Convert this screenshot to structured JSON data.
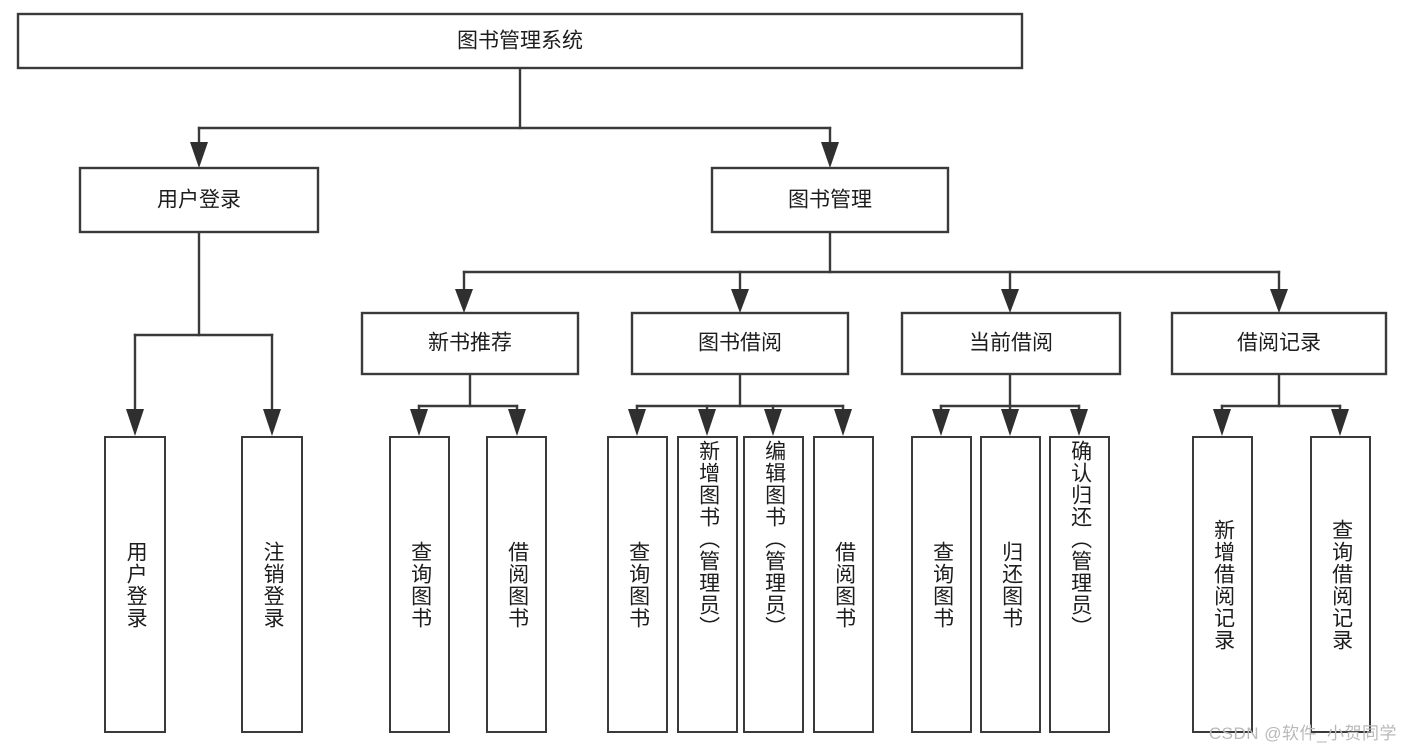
{
  "diagram": {
    "type": "tree-flowchart",
    "title_text": "图书管理系统",
    "watermark": "CSDN @软件_小贺同学",
    "colors": {
      "box_stroke": "#3a3a3a",
      "box_fill": "#ffffff",
      "connector": "#3a3a3a",
      "text": "#1d1d1d",
      "watermark": "#b9b9b9",
      "background": "#ffffff"
    },
    "root": {
      "label": "图书管理系统"
    },
    "level2": [
      {
        "label": "用户登录"
      },
      {
        "label": "图书管理"
      }
    ],
    "level3": [
      {
        "label": "新书推荐"
      },
      {
        "label": "图书借阅"
      },
      {
        "label": "当前借阅"
      },
      {
        "label": "借阅记录"
      }
    ],
    "leaves": [
      {
        "label": "用户登录",
        "parent": "用户登录"
      },
      {
        "label": "注销登录",
        "parent": "用户登录"
      },
      {
        "label": "查询图书",
        "parent": "新书推荐"
      },
      {
        "label": "借阅图书",
        "parent": "新书推荐"
      },
      {
        "label": "查询图书",
        "parent": "图书借阅"
      },
      {
        "label": "新增图书（管理员）",
        "parent": "图书借阅"
      },
      {
        "label": "编辑图书（管理员）",
        "parent": "图书借阅"
      },
      {
        "label": "借阅图书",
        "parent": "图书借阅"
      },
      {
        "label": "查询图书",
        "parent": "当前借阅"
      },
      {
        "label": "归还图书",
        "parent": "当前借阅"
      },
      {
        "label": "确认归还（管理员）",
        "parent": "当前借阅"
      },
      {
        "label": "新增借阅记录",
        "parent": "借阅记录"
      },
      {
        "label": "查询借阅记录",
        "parent": "借阅记录"
      }
    ]
  }
}
